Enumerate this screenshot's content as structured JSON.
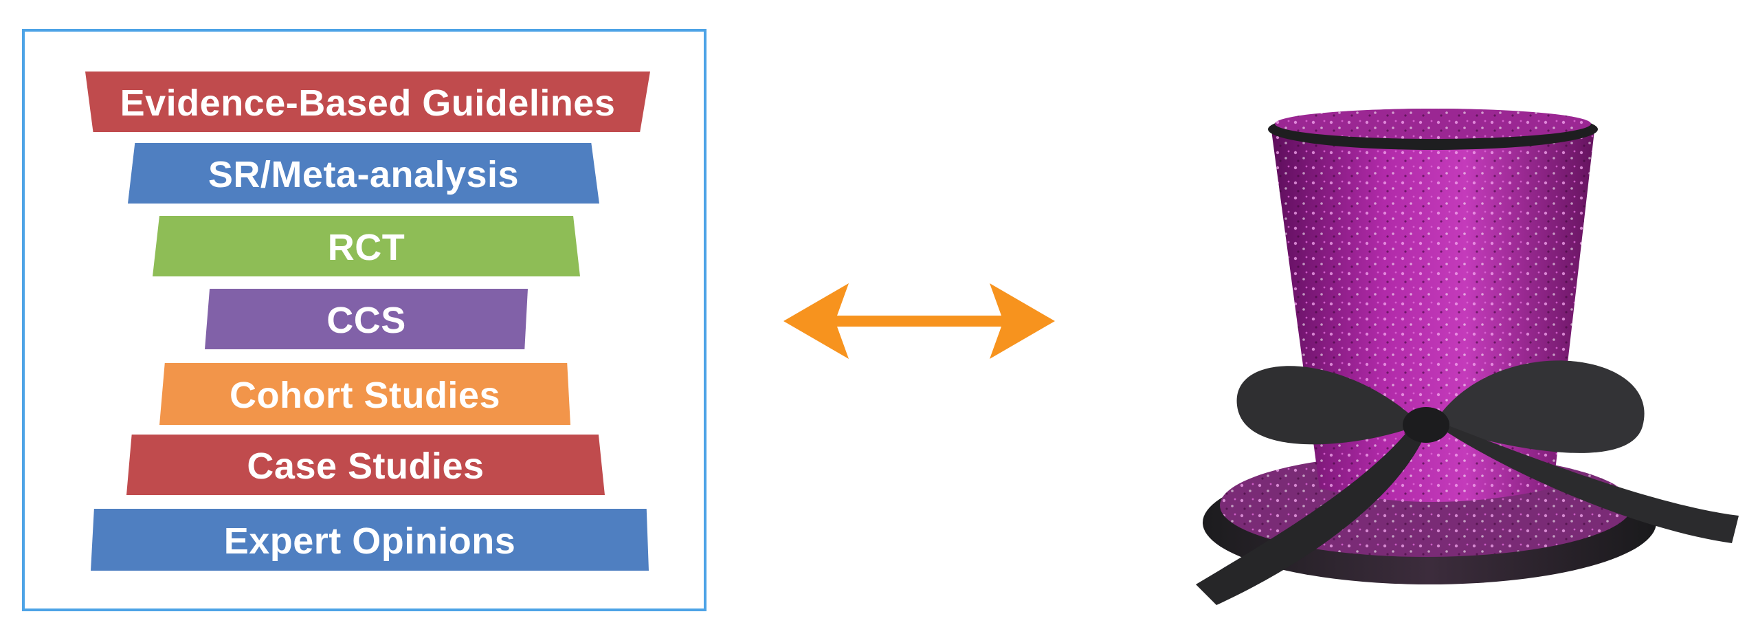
{
  "pyramid": {
    "tiers": [
      {
        "label": "Evidence-Based Guidelines",
        "color": "#c04b4d"
      },
      {
        "label": "SR/Meta-analysis",
        "color": "#4f7fc1"
      },
      {
        "label": "RCT",
        "color": "#8ebd56"
      },
      {
        "label": "CCS",
        "color": "#8161a8"
      },
      {
        "label": "Cohort Studies",
        "color": "#f2954a"
      },
      {
        "label": "Case Studies",
        "color": "#c04b4d"
      },
      {
        "label": "Expert Opinions",
        "color": "#4f7fc1"
      }
    ],
    "border_color": "#4da3e6"
  },
  "arrow": {
    "icon": "double-headed-arrow-icon",
    "color": "#f7931e"
  },
  "hat": {
    "icon": "sequined-mini-top-hat",
    "colors": {
      "glitter": "#a1249b",
      "ribbon": "#2e2e30"
    }
  }
}
